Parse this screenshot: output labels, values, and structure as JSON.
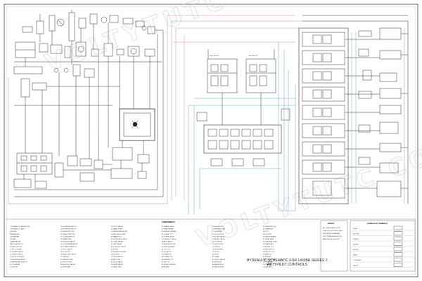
{
  "watermark": "VOLTYTUTC COM",
  "title": {
    "line1": "HYDRAULIC SCHEMATIC FOR 1400BR SERIES 2",
    "line2": "WITH PILOT CONTROLS"
  },
  "legend_heading": "COMPONENTS",
  "notes_heading": "NOTES",
  "symbols_heading": "HYDRAULIC SYMBOLS",
  "callouts": {
    "valve_a": "Valve Bank A",
    "valve_b": "Valve Bank B"
  },
  "colors": {
    "hydraulic_blue": "#5aa9c4",
    "pilot_red": "#d98a8a",
    "pilot_purple": "#a48ac9",
    "line": "#333333"
  },
  "legend_columns": [
    [
      "HYDRAULIC RESERVOIR",
      "HYDRAULIC TANK",
      "FILTER",
      "BREATHER",
      "STRAINER",
      "PUMP",
      "MAIN RELIEF",
      "ACCUMULATOR",
      "TEMP SWITCH",
      "OIL COOLER",
      "BYPASS VALVE",
      "CHECK VALVE",
      "FLOW CONTROL",
      "SOLENOID VALVE",
      "PRESSURE SWITCH",
      "CYLINDER",
      "MOTOR"
    ],
    [
      "LOWER BOOM CYL",
      "UPPER BOOM CYL",
      "SWING MOTOR",
      "TRAVEL MOTOR",
      "OUTRIGGER CYL",
      "STABILIZER",
      "HOLDING VALVE",
      "COUNTERBALANCE",
      "ROTARY MANIFOLD",
      "PILOT VALVE",
      "JOYSTICK",
      "REDUCING VALVE",
      "ORIFICE",
      "GAUGE PORT",
      "TEST POINT",
      "SHUTTLE VALVE",
      "DIVERTER"
    ],
    [
      "FOOT VALVE",
      "HAND PUMP",
      "PRESSURE FILTER",
      "RETURN FILTER",
      "MANIFOLD",
      "SEQUENCE VALVE",
      "LOAD SENSE",
      "UNLOADER",
      "CONTROL VALVE",
      "SPOOL",
      "SPRING CENTER",
      "DETENT",
      "PORT RELIEF",
      "ANTI-CAV",
      "LOCK VALVE",
      "DUMP VALVE",
      "TANK LINE"
    ],
    [
      "BRAKE VALVE",
      "PARK BRAKE",
      "SERVICE BRAKE",
      "STEER CYL",
      "STEER VALVE",
      "PRIORITY VALVE",
      "AUX VALVE",
      "WINCH MOTOR",
      "WINCH BRAKE",
      "TILT CYL",
      "ROTATOR",
      "GRAPPLE",
      "CLAMP CYL",
      "EXTEND CYL",
      "JIB CYL",
      "LEVEL SENSOR",
      "ALARM"
    ],
    [
      "SELECTOR",
      "EMERG PUMP",
      "DIVERTER",
      "BOOM LOCK",
      "FLOAT VALVE",
      "BLEED VALVE",
      "COUPLER",
      "QUICK DISC",
      "SWIVEL",
      "HOSE REEL",
      "PLUG",
      "VENT",
      "DRAIN",
      "SIGHT GAUGE",
      "DIPSTICK",
      "HEAT EXCH",
      "FAN MOTOR"
    ],
    [
      "DRIVE MOTOR",
      "GEARBOX",
      "PTO",
      "CLUTCH",
      "SWING BRAKE",
      "SLEW RING",
      "CENTRAL JOINT",
      "TRACK ADJ",
      "BLADE CYL",
      "RIPPER CYL",
      "BUCKET CYL",
      "ARM CYL",
      "DIPPER",
      "TOOL CIRCUIT",
      "HAMMER",
      "SHEAR",
      "AUGER"
    ]
  ],
  "notes_lines": [
    "ALL PRESSURES IN PSI",
    "CHECK FLUID LEVEL DAILY",
    "SEE SERVICE MANUAL",
    "PILOT PRESSURE 400 PSI",
    "MAIN RELIEF 3000 PSI"
  ],
  "symbol_labels": [
    "PUMP",
    "MOTOR",
    "CHECK",
    "RELIEF",
    "FILTER",
    "TANK",
    "CYLINDER",
    "VALVE"
  ]
}
